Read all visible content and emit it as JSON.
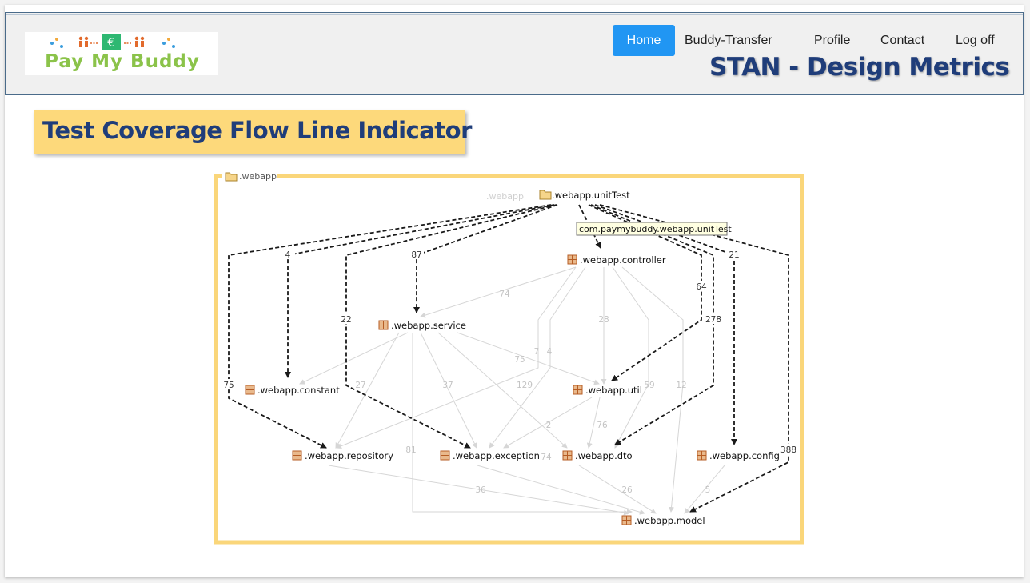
{
  "app": {
    "logo_text": "Pay My Buddy",
    "logo_icons": [
      "people-exchange-icon",
      "euro-icon"
    ]
  },
  "nav": {
    "items": [
      {
        "label": "Home",
        "active": true
      },
      {
        "label": "Buddy-Transfer",
        "active": false
      },
      {
        "label": "Profile",
        "active": false
      },
      {
        "label": "Contact",
        "active": false
      },
      {
        "label": "Log off",
        "active": false
      }
    ]
  },
  "header": {
    "title": "STAN - Design Metrics"
  },
  "section": {
    "title": "Test Coverage Flow Line Indicator"
  },
  "colors": {
    "nav_active": "#2196f3",
    "title_text": "#1f3d7a",
    "banner": "#fdd97b",
    "diagram_border": "#fad67a",
    "logo_text": "#8bc34a",
    "package_icon": "#c8743a",
    "dashed_edge": "#1a1a1a",
    "faint_edge": "#d6d6d6"
  },
  "diagram": {
    "container_label": ".webapp",
    "ghost_label": ".webapp",
    "tooltip": "com.paymybuddy.webapp.unitTest",
    "nodes": [
      {
        "id": "unitTest",
        "label": ".webapp.unitTest",
        "icon": "folder-open-icon"
      },
      {
        "id": "controller",
        "label": ".webapp.controller",
        "icon": "package-icon"
      },
      {
        "id": "service",
        "label": ".webapp.service",
        "icon": "package-icon"
      },
      {
        "id": "constant",
        "label": ".webapp.constant",
        "icon": "package-icon"
      },
      {
        "id": "util",
        "label": ".webapp.util",
        "icon": "package-icon"
      },
      {
        "id": "repository",
        "label": ".webapp.repository",
        "icon": "package-icon"
      },
      {
        "id": "exception",
        "label": ".webapp.exception",
        "icon": "package-icon"
      },
      {
        "id": "dto",
        "label": ".webapp.dto",
        "icon": "package-icon"
      },
      {
        "id": "config",
        "label": ".webapp.config",
        "icon": "package-icon"
      },
      {
        "id": "model",
        "label": ".webapp.model",
        "icon": "package-icon"
      }
    ],
    "test_edges": [
      {
        "from": "unitTest",
        "to": "constant",
        "label": "4"
      },
      {
        "from": "unitTest",
        "to": "service",
        "label": "87"
      },
      {
        "from": "unitTest",
        "to": "controller",
        "label": ""
      },
      {
        "from": "unitTest",
        "to": "util",
        "label": "64"
      },
      {
        "from": "unitTest",
        "to": "dto",
        "label": "278"
      },
      {
        "from": "unitTest",
        "to": "config",
        "label": "21"
      },
      {
        "from": "unitTest",
        "to": "repository",
        "label": "75"
      },
      {
        "from": "unitTest",
        "to": "exception",
        "label": "22"
      },
      {
        "from": "unitTest",
        "to": "model",
        "label": "388"
      }
    ],
    "dependency_edges": [
      {
        "from": "controller",
        "to": "service",
        "label": "74"
      },
      {
        "from": "controller",
        "to": "util",
        "label": "28"
      },
      {
        "from": "controller",
        "to": "repository",
        "label": "7"
      },
      {
        "from": "controller",
        "to": "exception",
        "label": "4"
      },
      {
        "from": "controller",
        "to": "dto",
        "label": "59"
      },
      {
        "from": "controller",
        "to": "model",
        "label": "12"
      },
      {
        "from": "service",
        "to": "util",
        "label": "75"
      },
      {
        "from": "service",
        "to": "constant",
        "label": ""
      },
      {
        "from": "service",
        "to": "repository",
        "label": "27"
      },
      {
        "from": "service",
        "to": "exception",
        "label": "37"
      },
      {
        "from": "service",
        "to": "dto",
        "label": "129"
      },
      {
        "from": "service",
        "to": "model",
        "label": "81"
      },
      {
        "from": "util",
        "to": "exception",
        "label": "2"
      },
      {
        "from": "util",
        "to": "dto",
        "label": "76"
      },
      {
        "from": "repository",
        "to": "model",
        "label": "36"
      },
      {
        "from": "exception",
        "to": "model",
        "label": "74"
      },
      {
        "from": "dto",
        "to": "model",
        "label": "26"
      },
      {
        "from": "config",
        "to": "model",
        "label": "5"
      }
    ]
  }
}
